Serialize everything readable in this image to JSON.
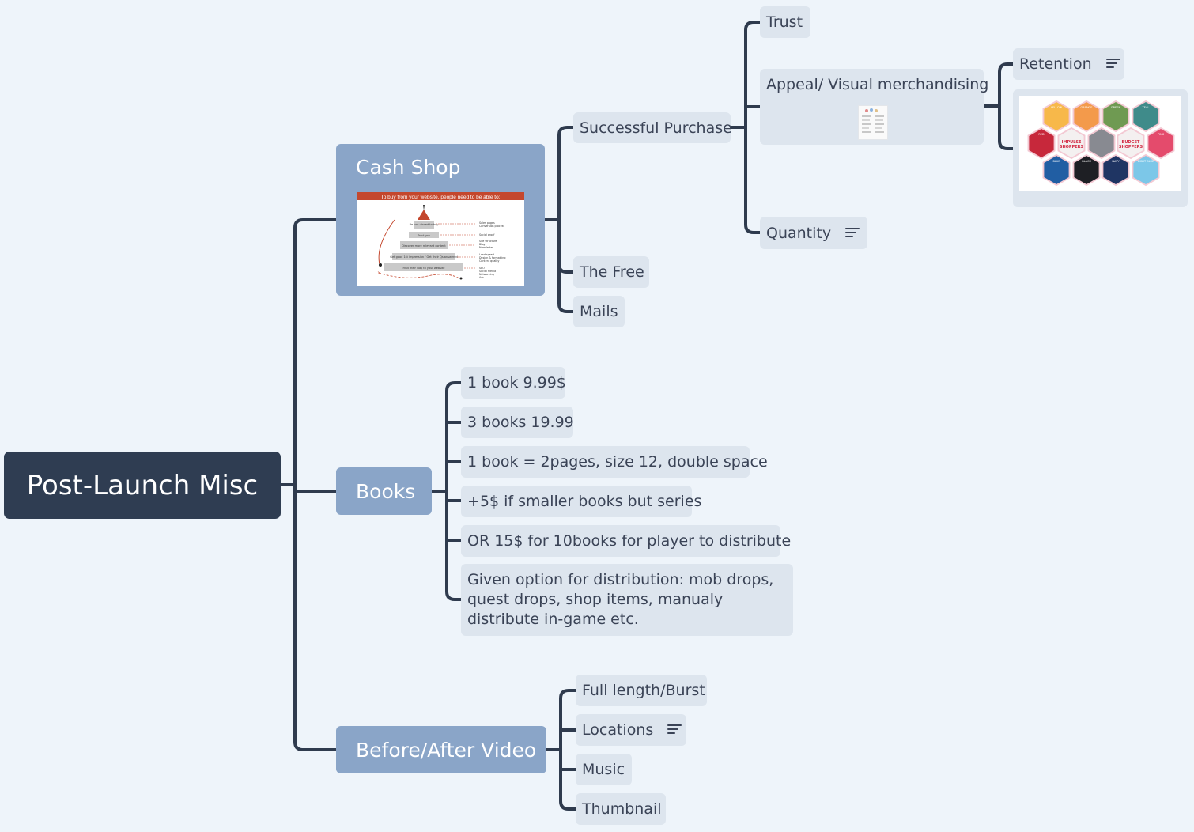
{
  "root": {
    "label": "Post-Launch Misc"
  },
  "cash_shop": {
    "label": "Cash Shop",
    "image": {
      "header": "To buy from your website, people need to be able to:",
      "levels": [
        "Be con vinced to buy",
        "Trust you",
        "Discover more relevant content",
        "Get good 1st impression / Get their Qs answered",
        "Find their way to your website"
      ],
      "side_notes": [
        "Sales pages",
        "Conversion process",
        "Social proof",
        "Site structure",
        "Blog",
        "Newsletter",
        "Load speed",
        "Design & formatting",
        "Content quality",
        "SEO",
        "Social media",
        "Networking",
        "Ads"
      ]
    },
    "children": {
      "successful_purchase": "Successful Purchase",
      "the_free": "The Free",
      "mails": "Mails"
    }
  },
  "successful_purchase_children": {
    "trust": "Trust",
    "appeal": "Appeal/ Visual merchandising",
    "quantity": "Quantity"
  },
  "appeal_children": {
    "retention": "Retention"
  },
  "hex_image": {
    "center_left": "IMPULSE SHOPPERS",
    "center_right": "BUDGET SHOPPERS",
    "top_labels": [
      "YELLOW",
      "ORANGE",
      "GREEN",
      "TEAL"
    ],
    "bottom_labels": [
      "BLUE",
      "BLACK",
      "NAVY",
      "LIGHT BLUE"
    ],
    "side_labels": [
      "RED",
      "PINK"
    ]
  },
  "books": {
    "label": "Books",
    "items": [
      "1 book 9.99$",
      "3 books 19.99",
      "1 book = 2pages, size 12, double space",
      "+5$ if smaller books but series",
      "OR 15$ for 10books for player to distribute",
      "Given option for distribution: mob drops, quest drops, shop items, manualy distribute in-game etc."
    ]
  },
  "video": {
    "label": "Before/After Video",
    "items": [
      "Full length/Burst",
      "Locations",
      "Music",
      "Thumbnail"
    ]
  },
  "colors": {
    "background": "#eef4fa",
    "root": "#2f3d52",
    "main_topic": "#8aa5c8",
    "subtopic": "#dde5ee",
    "connector": "#2f3b4e"
  }
}
